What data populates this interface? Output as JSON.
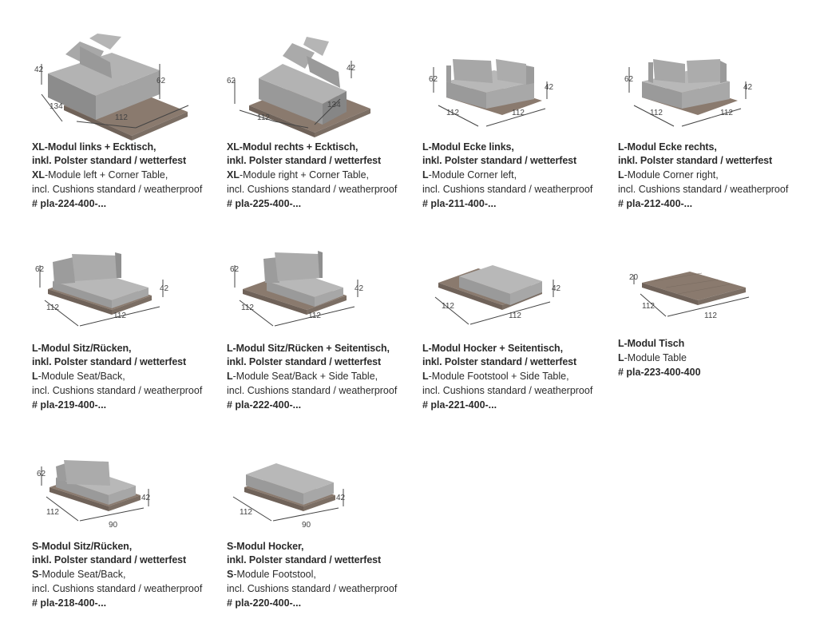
{
  "colors": {
    "cushion": "#9e9e9e",
    "cushion_light": "#b5b5b5",
    "cushion_dark": "#878787",
    "wood": "#8a7a6e",
    "text": "#2b2b2b"
  },
  "items": [
    {
      "de_line1": "XL-Modul links + Ecktisch,",
      "de_line2": "inkl. Polster standard / wetterfest",
      "en_prefix": "XL",
      "en_rest": "-Module left + Corner Table,",
      "en_line2": "incl. Cushions standard / weatherproof",
      "sku": "# pla-224-400-...",
      "dims": [
        "42",
        "62",
        "134",
        "112"
      ]
    },
    {
      "de_line1": "XL-Modul rechts + Ecktisch,",
      "de_line2": "inkl. Polster standard / wetterfest",
      "en_prefix": "XL",
      "en_rest": "-Module right + Corner Table,",
      "en_line2": "incl. Cushions standard / weatherproof",
      "sku": "# pla-225-400-...",
      "dims": [
        "62",
        "42",
        "112",
        "134"
      ]
    },
    {
      "de_line1": "L-Modul Ecke links,",
      "de_line2": "inkl. Polster standard / wetterfest",
      "en_prefix": "L",
      "en_rest": "-Module Corner left,",
      "en_line2": "incl. Cushions standard / weatherproof",
      "sku": "# pla-211-400-...",
      "dims": [
        "62",
        "42",
        "112",
        "112"
      ]
    },
    {
      "de_line1": "L-Modul Ecke rechts,",
      "de_line2": "inkl. Polster standard / wetterfest",
      "en_prefix": "L",
      "en_rest": "-Module Corner right,",
      "en_line2": "incl. Cushions standard / weatherproof",
      "sku": "# pla-212-400-...",
      "dims": [
        "62",
        "42",
        "112",
        "112"
      ]
    },
    {
      "de_line1": "L-Modul Sitz/Rücken,",
      "de_line2": "inkl. Polster standard / wetterfest",
      "en_prefix": "L",
      "en_rest": "-Module Seat/Back,",
      "en_line2": "incl. Cushions standard / weatherproof",
      "sku": "# pla-219-400-...",
      "dims": [
        "62",
        "42",
        "112",
        "112"
      ]
    },
    {
      "de_line1": "L-Modul Sitz/Rücken + Seitentisch,",
      "de_line2": "inkl. Polster standard / wetterfest",
      "en_prefix": "L",
      "en_rest": "-Module Seat/Back + Side Table,",
      "en_line2": "incl. Cushions standard / weatherproof",
      "sku": "# pla-222-400-...",
      "dims": [
        "62",
        "42",
        "112",
        "112"
      ]
    },
    {
      "de_line1": "L-Modul Hocker + Seitentisch,",
      "de_line2": "inkl. Polster standard / wetterfest",
      "en_prefix": "L",
      "en_rest": "-Module Footstool + Side Table,",
      "en_line2": "incl. Cushions standard / weatherproof",
      "sku": "# pla-221-400-...",
      "dims": [
        "42",
        "112",
        "112"
      ]
    },
    {
      "de_line1": "L-Modul Tisch",
      "de_line2": "",
      "en_prefix": "L",
      "en_rest": "-Module Table",
      "en_line2": "",
      "sku": "# pla-223-400-400",
      "dims": [
        "20",
        "112",
        "112"
      ]
    },
    {
      "de_line1": "S-Modul Sitz/Rücken,",
      "de_line2": "inkl. Polster standard / wetterfest",
      "en_prefix": "S",
      "en_rest": "-Module Seat/Back,",
      "en_line2": "incl. Cushions standard / weatherproof",
      "sku": "# pla-218-400-...",
      "dims": [
        "62",
        "42",
        "112",
        "90"
      ]
    },
    {
      "de_line1": "S-Modul Hocker,",
      "de_line2": "inkl. Polster standard / wetterfest",
      "en_prefix": "S",
      "en_rest": "-Module Footstool,",
      "en_line2": "incl. Cushions standard / weatherproof",
      "sku": "# pla-220-400-...",
      "dims": [
        "42",
        "112",
        "90"
      ]
    }
  ]
}
